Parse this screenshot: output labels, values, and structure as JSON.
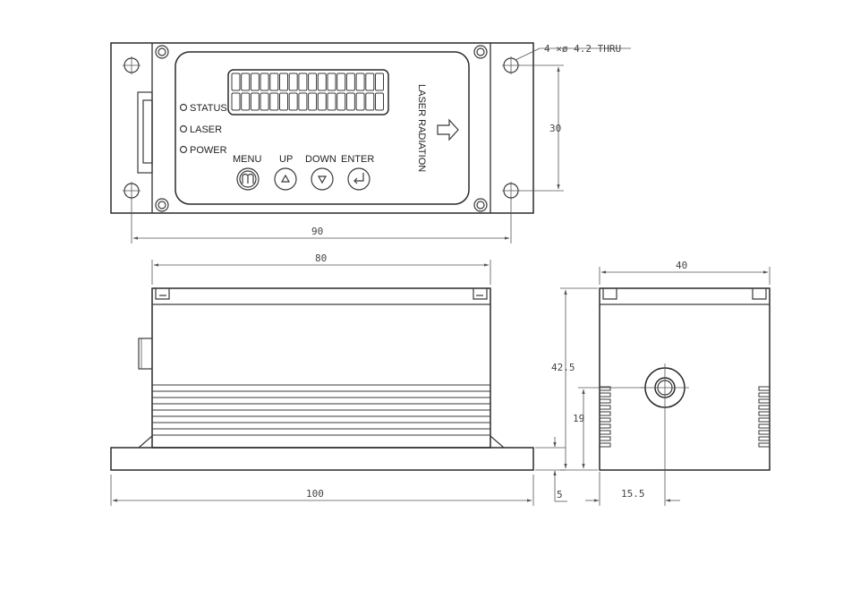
{
  "front_panel": {
    "indicators": [
      "STATUS",
      "LASER",
      "POWER"
    ],
    "buttons": [
      "MENU",
      "UP",
      "DOWN",
      "ENTER"
    ],
    "button_icons": [
      "menu-m-icon",
      "up-triangle-icon",
      "down-triangle-icon",
      "enter-return-icon"
    ],
    "laser_label": "LASER RADIATION"
  },
  "dimensions": {
    "hole_note": "4 ×ø 4.2 THRU",
    "hole_spacing_vertical": "30",
    "hole_spacing_horizontal": "90",
    "body_length": "80",
    "base_length": "100",
    "base_thickness": "5",
    "width": "40",
    "height": "42.5",
    "aperture_height": "19",
    "aperture_offset": "15.5"
  },
  "colors": {
    "line": "#3a3a3a",
    "dimension": "#555555",
    "background": "#ffffff"
  }
}
